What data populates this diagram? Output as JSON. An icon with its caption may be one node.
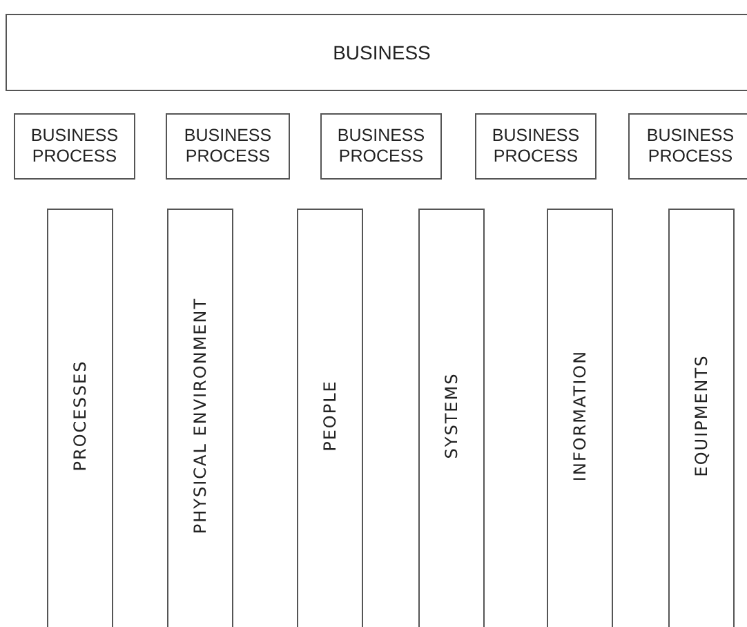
{
  "diagram": {
    "nodes": [
      {
        "text": [
          "BUSINESS"
        ]
      },
      {
        "text": [
          "BUSINESS PROCESS"
        ]
      },
      {
        "text": [
          "BUSINESS PROCESS"
        ]
      },
      {
        "text": [
          "BUSINESS PROCESS"
        ]
      },
      {
        "text": [
          "BUSINESS PROCESS"
        ]
      },
      {
        "text": [
          "BUSINESS PROCESS"
        ]
      },
      {
        "text": [
          "PROCESSES"
        ]
      },
      {
        "text": [
          "PHYSICAL ENVIRONMENT"
        ]
      },
      {
        "text": [
          "PEOPLE"
        ]
      },
      {
        "text": [
          "SYSTEMS"
        ]
      },
      {
        "text": [
          "INFORMATION"
        ]
      },
      {
        "text": [
          "EQUIPMENTS"
        ]
      }
    ]
  }
}
